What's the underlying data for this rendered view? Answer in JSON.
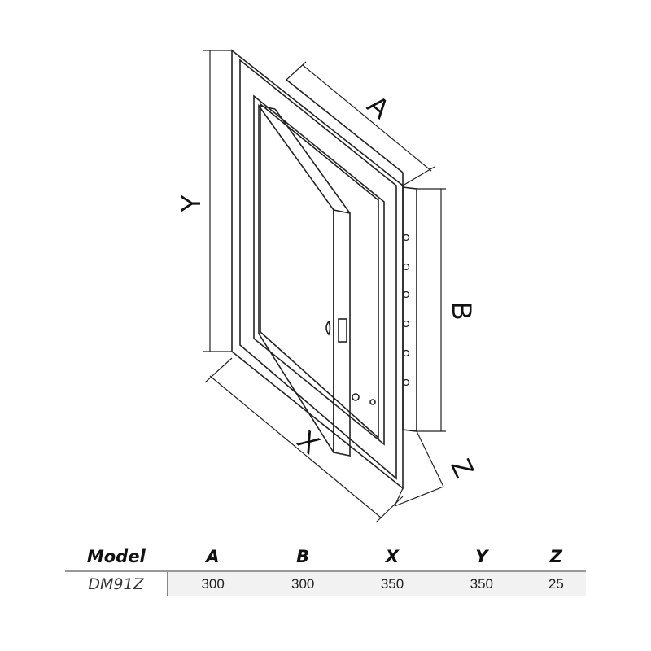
{
  "diagram": {
    "labels": {
      "A": "A",
      "B": "B",
      "X": "X",
      "Y": "Y",
      "Z": "Z"
    }
  },
  "table": {
    "headers": [
      "Model",
      "A",
      "B",
      "X",
      "Y",
      "Z"
    ],
    "rows": [
      [
        "DM91Z",
        "300",
        "300",
        "350",
        "350",
        "25"
      ]
    ]
  }
}
